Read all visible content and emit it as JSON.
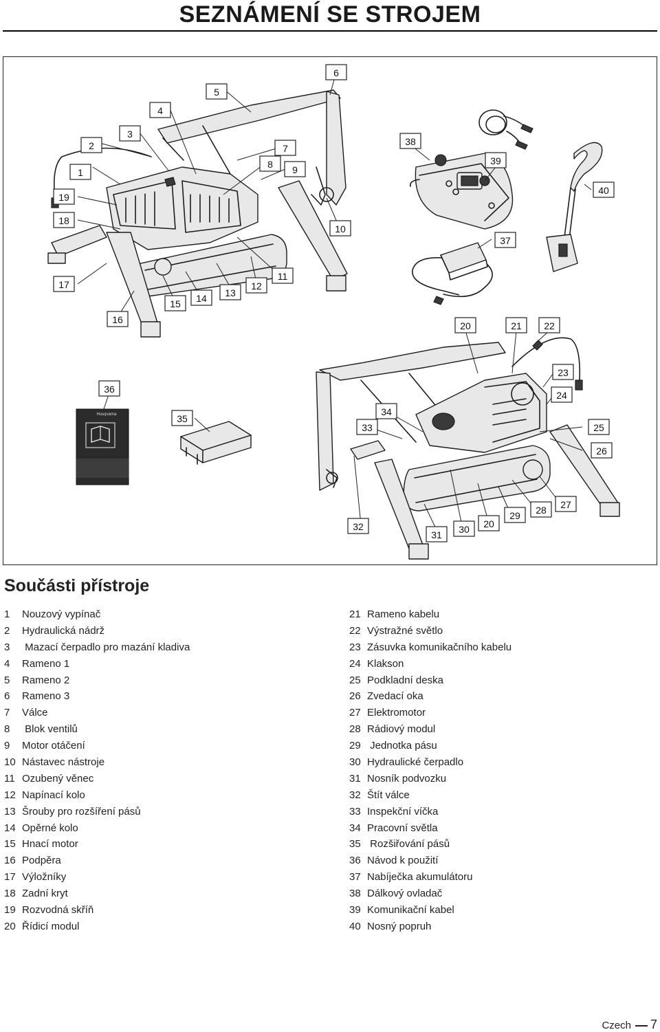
{
  "page": {
    "title": "SEZNÁMENÍ SE STROJEM",
    "section_heading": "Součásti přístroje",
    "footer_language": "Czech",
    "page_number": "7"
  },
  "figure": {
    "callouts": [
      "1",
      "2",
      "3",
      "4",
      "5",
      "6",
      "7",
      "8",
      "9",
      "10",
      "11",
      "12",
      "13",
      "14",
      "15",
      "16",
      "17",
      "18",
      "19",
      "20",
      "21",
      "22",
      "23",
      "24",
      "25",
      "26",
      "27",
      "28",
      "29",
      "30",
      "31",
      "32",
      "33",
      "34",
      "35",
      "36",
      "37",
      "38",
      "39",
      "40"
    ],
    "manual_brand_text": "Husqvarna"
  },
  "parts_left": [
    {
      "num": "1",
      "label": "Nouzový vypínač"
    },
    {
      "num": "2",
      "label": "Hydraulická nádrž"
    },
    {
      "num": "3",
      "label": " Mazací čerpadlo pro mazání kladiva"
    },
    {
      "num": "4",
      "label": "Rameno 1"
    },
    {
      "num": "5",
      "label": "Rameno 2"
    },
    {
      "num": "6",
      "label": "Rameno 3"
    },
    {
      "num": "7",
      "label": "Válce"
    },
    {
      "num": "8",
      "label": " Blok ventilů"
    },
    {
      "num": "9",
      "label": "Motor otáčení"
    },
    {
      "num": "10",
      "label": "Nástavec nástroje"
    },
    {
      "num": "11",
      "label": "Ozubený věnec"
    },
    {
      "num": "12",
      "label": "Napínací kolo"
    },
    {
      "num": "13",
      "label": "Šrouby pro rozšíření pásů"
    },
    {
      "num": "14",
      "label": "Opěrné kolo"
    },
    {
      "num": "15",
      "label": "Hnací motor"
    },
    {
      "num": "16",
      "label": "Podpěra"
    },
    {
      "num": "17",
      "label": "Výložníky"
    },
    {
      "num": "18",
      "label": "Zadní kryt"
    },
    {
      "num": "19",
      "label": "Rozvodná skříň"
    },
    {
      "num": "20",
      "label": "Řídicí modul"
    }
  ],
  "parts_right": [
    {
      "num": "21",
      "label": "Rameno kabelu"
    },
    {
      "num": "22",
      "label": "Výstražné světlo"
    },
    {
      "num": "23",
      "label": "Zásuvka komunikačního kabelu"
    },
    {
      "num": "24",
      "label": "Klakson"
    },
    {
      "num": "25",
      "label": "Podkladní deska"
    },
    {
      "num": "26",
      "label": "Zvedací oka"
    },
    {
      "num": "27",
      "label": "Elektromotor"
    },
    {
      "num": "28",
      "label": "Rádiový modul"
    },
    {
      "num": "29",
      "label": " Jednotka pásu"
    },
    {
      "num": "30",
      "label": "Hydraulické čerpadlo"
    },
    {
      "num": "31",
      "label": "Nosník podvozku"
    },
    {
      "num": "32",
      "label": "Štít válce"
    },
    {
      "num": "33",
      "label": "Inspekční víčka"
    },
    {
      "num": "34",
      "label": "Pracovní světla"
    },
    {
      "num": "35",
      "label": " Rozšiřování pásů"
    },
    {
      "num": "36",
      "label": "Návod k použití"
    },
    {
      "num": "37",
      "label": "Nabíječka akumulátoru"
    },
    {
      "num": "38",
      "label": "Dálkový ovladač"
    },
    {
      "num": "39",
      "label": "Komunikační kabel"
    },
    {
      "num": "40",
      "label": "Nosný popruh"
    }
  ]
}
